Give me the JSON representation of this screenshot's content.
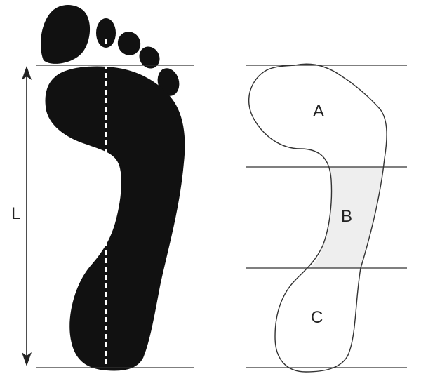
{
  "labels": {
    "length": "L",
    "region_a": "A",
    "region_b": "B",
    "region_c": "C"
  },
  "colors": {
    "foot_fill": "#111111",
    "outline": "#333333",
    "region_b_fill": "#eeeeee",
    "background": "#ffffff"
  }
}
